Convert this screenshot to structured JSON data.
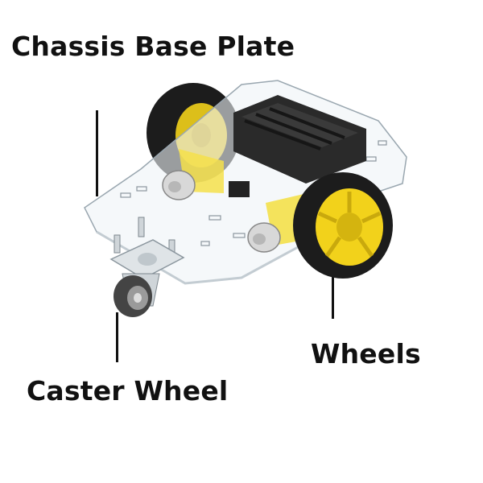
{
  "labels": {
    "chassis": "Chassis Base Plate",
    "wheels": "Wheels",
    "caster": "Caster Wheel"
  },
  "colors": {
    "tire": "#1c1c1c",
    "rim": "#f2d21b",
    "motor": "#f4e04a",
    "plate": "#eef3f6",
    "battery": "#2a2a2a"
  }
}
